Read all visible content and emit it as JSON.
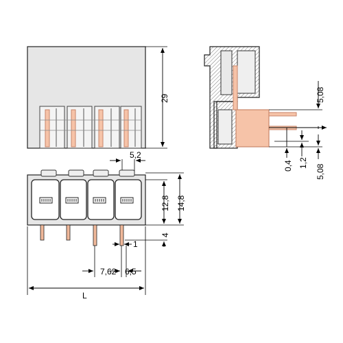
{
  "diagram": {
    "dimensions": {
      "height_front": "29",
      "pitch_offset": "5,2",
      "height_side_a": "12,8",
      "height_side_b": "14,8",
      "pin_length": "4",
      "pin_width": "1",
      "pitch": "7,62",
      "pin_offset": "6,5",
      "total_length": "L",
      "side_upper_spacing": "5,08",
      "side_gap_small": "0,4",
      "side_gap_medium": "1,2",
      "side_lower_spacing": "5,08"
    },
    "colors": {
      "housing_fill": "#e6e6e6",
      "housing_stroke": "#222222",
      "contact_fill": "#f6c3a8",
      "contact_stroke": "#c8866a",
      "hatch": "#7a7a7a",
      "pin_fill": "#f0b89a"
    },
    "pole_count": 4
  }
}
